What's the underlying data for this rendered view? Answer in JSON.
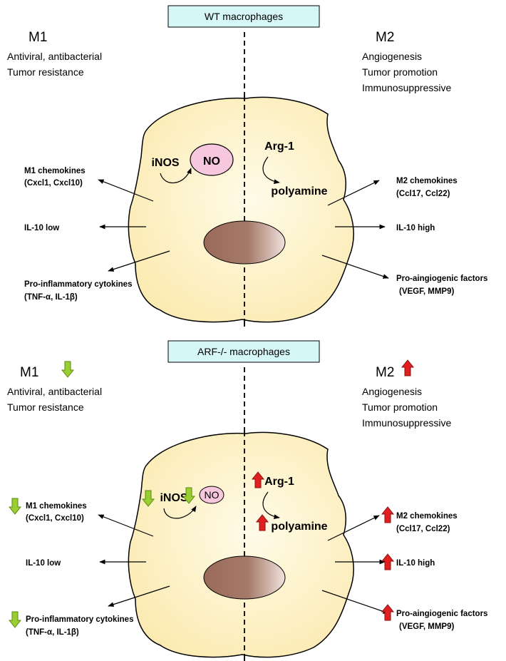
{
  "colors": {
    "cell_fill": "#fdf2c6",
    "header_fill": "#d6f7f7",
    "no_fill": "#f7c7dd",
    "nucleus": "#9a6a5a",
    "down_arrow": "#9acd32",
    "up_arrow": "#e02020"
  },
  "panels": [
    {
      "header": "WT macrophages",
      "m1": {
        "title": "M1",
        "lines": [
          "Antiviral, antibacterial",
          "Tumor resistance"
        ]
      },
      "m2": {
        "title": "M2",
        "lines": [
          "Angiogenesis",
          "Tumor promotion",
          "Immunosuppressive"
        ]
      },
      "inos": "iNOS",
      "no": "NO",
      "arg1": "Arg-1",
      "polyamine": "polyamine",
      "left_labels": [
        [
          "M1 chemokines",
          "(Cxcl1, Cxcl10)"
        ],
        [
          "IL-10 low"
        ],
        [
          "Pro-inflammatory cytokines",
          "(TNF-α, IL-1β)"
        ]
      ],
      "right_labels": [
        [
          "M2 chemokines",
          "(Ccl17, Ccl22)"
        ],
        [
          "IL-10 high"
        ],
        [
          "Pro-aingiogenic factors",
          "(VEGF, MMP9)"
        ]
      ]
    },
    {
      "header": "ARF-/- macrophages",
      "m1": {
        "title": "M1",
        "lines": [
          "Antiviral, antibacterial",
          "Tumor resistance"
        ]
      },
      "m2": {
        "title": "M2",
        "lines": [
          "Angiogenesis",
          "Tumor promotion",
          "Immunosuppressive"
        ]
      },
      "inos": "iNOS",
      "no": "NO",
      "arg1": "Arg-1",
      "polyamine": "polyamine",
      "left_labels": [
        [
          "M1 chemokines",
          "(Cxcl1, Cxcl10)"
        ],
        [
          "IL-10 low"
        ],
        [
          "Pro-inflammatory cytokines",
          "(TNF-α, IL-1β)"
        ]
      ],
      "right_labels": [
        [
          "M2 chemokines",
          "(Ccl17, Ccl22)"
        ],
        [
          "IL-10 high"
        ],
        [
          "Pro-aingiogenic factors",
          "(VEGF, MMP9)"
        ]
      ]
    }
  ]
}
